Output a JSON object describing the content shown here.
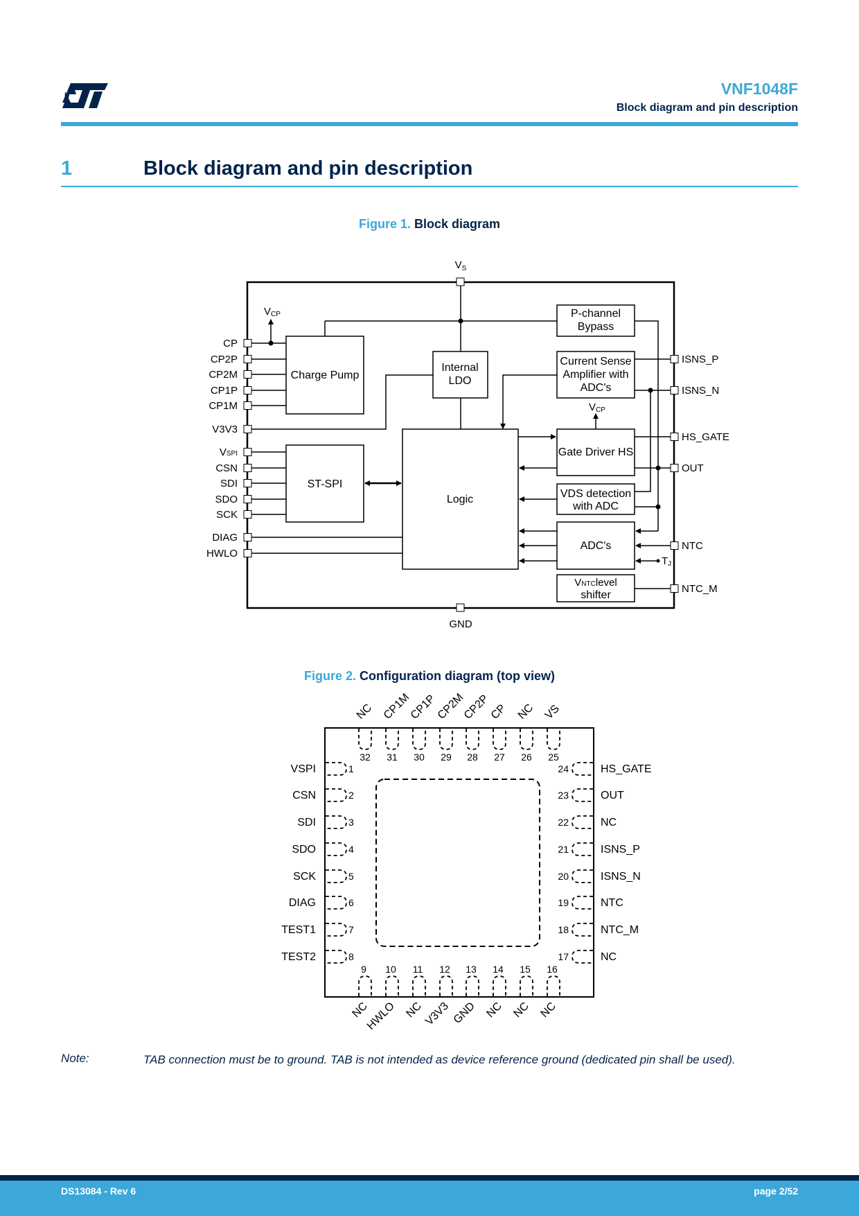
{
  "header": {
    "logo": "st-logo",
    "product": "VNF1048F",
    "section": "Block diagram and pin description"
  },
  "section": {
    "number": "1",
    "title": "Block diagram and pin description"
  },
  "figure1": {
    "label": "Figure 1.",
    "title": "Block diagram",
    "top_pin": "Vs",
    "bottom_pin": "GND",
    "left_pins": [
      "CP",
      "CP2P",
      "CP2M",
      "CP1P",
      "CP1M",
      "V3V3",
      "VSPI",
      "CSN",
      "SDI",
      "SDO",
      "SCK",
      "DIAG",
      "HWLO"
    ],
    "right_pins": [
      "ISNS_P",
      "ISNS_N",
      "HS_GATE",
      "OUT",
      "NTC",
      "NTC_M"
    ],
    "blocks": {
      "charge_pump": "Charge Pump",
      "internal_ldo": [
        "Internal",
        "LDO"
      ],
      "p_channel": [
        "P-channel",
        "Bypass"
      ],
      "current_sense": [
        "Current Sense",
        "Amplifier with",
        "ADC's"
      ],
      "st_spi": "ST-SPI",
      "logic": "Logic",
      "gate_driver": "Gate Driver HS",
      "vds": [
        "VDS detection",
        "with ADC"
      ],
      "adcs": "ADC's",
      "vntc": [
        "VNTC level",
        "shifter"
      ]
    },
    "labels": {
      "vcp": "VCP",
      "tj": "TJ"
    }
  },
  "figure2": {
    "label": "Figure 2.",
    "title": "Configuration diagram (top view)",
    "left_pins": [
      {
        "num": "1",
        "name": "VSPI"
      },
      {
        "num": "2",
        "name": "CSN"
      },
      {
        "num": "3",
        "name": "SDI"
      },
      {
        "num": "4",
        "name": "SDO"
      },
      {
        "num": "5",
        "name": "SCK"
      },
      {
        "num": "6",
        "name": "DIAG"
      },
      {
        "num": "7",
        "name": "TEST1"
      },
      {
        "num": "8",
        "name": "TEST2"
      }
    ],
    "bottom_pins": [
      {
        "num": "9",
        "name": "NC"
      },
      {
        "num": "10",
        "name": "HWLO"
      },
      {
        "num": "11",
        "name": "NC"
      },
      {
        "num": "12",
        "name": "V3V3"
      },
      {
        "num": "13",
        "name": "GND"
      },
      {
        "num": "14",
        "name": "NC"
      },
      {
        "num": "15",
        "name": "NC"
      },
      {
        "num": "16",
        "name": "NC"
      }
    ],
    "right_pins": [
      {
        "num": "17",
        "name": "NC"
      },
      {
        "num": "18",
        "name": "NTC_M"
      },
      {
        "num": "19",
        "name": "NTC"
      },
      {
        "num": "20",
        "name": "ISNS_N"
      },
      {
        "num": "21",
        "name": "ISNS_P"
      },
      {
        "num": "22",
        "name": "NC"
      },
      {
        "num": "23",
        "name": "OUT"
      },
      {
        "num": "24",
        "name": "HS_GATE"
      }
    ],
    "top_pins": [
      {
        "num": "25",
        "name": "VS"
      },
      {
        "num": "26",
        "name": "NC"
      },
      {
        "num": "27",
        "name": "CP"
      },
      {
        "num": "28",
        "name": "CP2P"
      },
      {
        "num": "29",
        "name": "CP2M"
      },
      {
        "num": "30",
        "name": "CP1P"
      },
      {
        "num": "31",
        "name": "CP1M"
      },
      {
        "num": "32",
        "name": "NC"
      }
    ]
  },
  "note": {
    "label": "Note:",
    "text": "TAB connection must be to ground. TAB is not intended as device reference ground (dedicated pin shall be used)."
  },
  "footer": {
    "doc": "DS13084 - Rev 6",
    "page": "page 2/52"
  },
  "colors": {
    "accent": "#3ca8d9",
    "navy": "#03234b"
  }
}
